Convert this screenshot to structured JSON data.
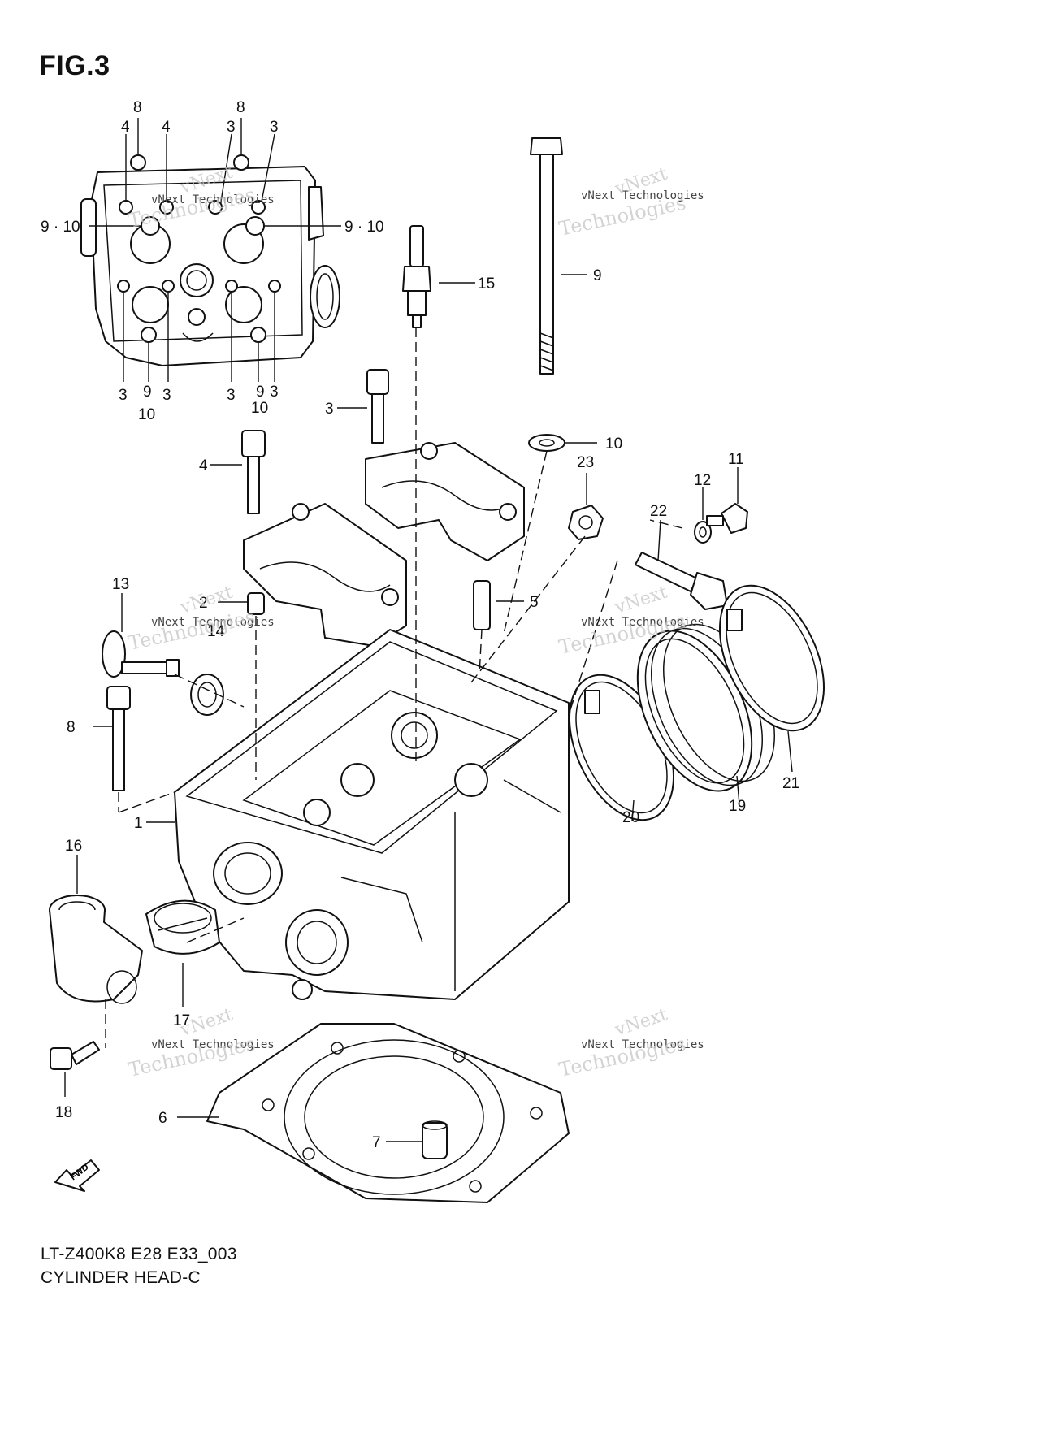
{
  "figure": {
    "title": "FIG.3"
  },
  "caption": {
    "model_code": "LT-Z400K8 E28 E33_003",
    "section_name": "CYLINDER HEAD-C"
  },
  "fwd_label": "FWD",
  "watermark": {
    "line1": "vNext Technologies",
    "line2": "vNext",
    "line3": "Technologies"
  },
  "callouts": {
    "c1": "1",
    "c2": "2",
    "c3": "3",
    "c4": "4",
    "c5": "5",
    "c6": "6",
    "c7": "7",
    "c8": "8",
    "c9": "9",
    "c10": "10",
    "c11": "11",
    "c12": "12",
    "c13": "13",
    "c14": "14",
    "c15": "15",
    "c16": "16",
    "c17": "17",
    "c18": "18",
    "c19": "19",
    "c20": "20",
    "c21": "21",
    "c22": "22",
    "c23": "23",
    "c9_10": "9 · 10"
  }
}
